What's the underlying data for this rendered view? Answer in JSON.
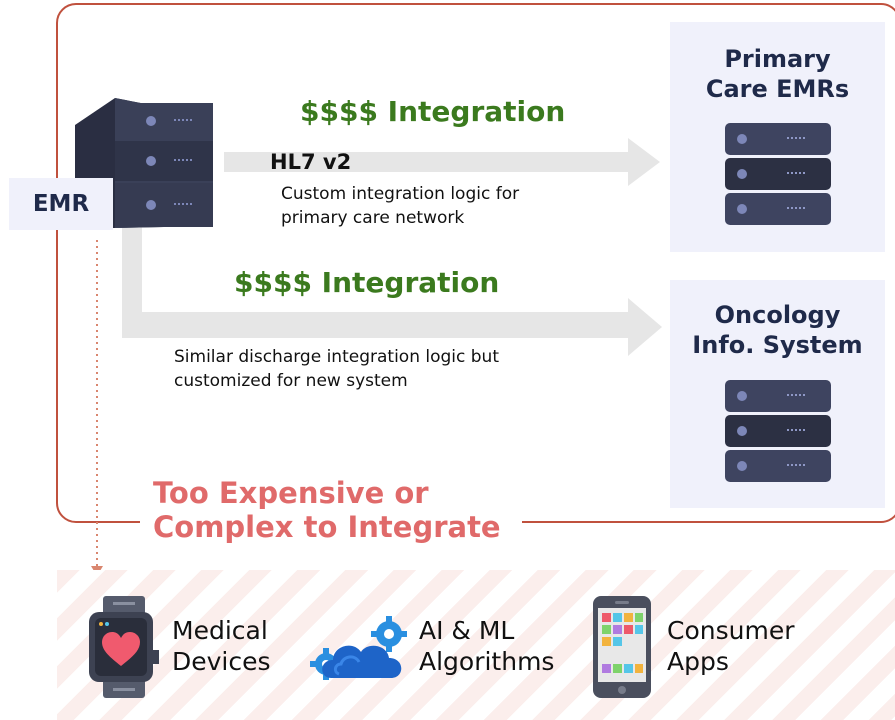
{
  "source": {
    "label": "EMR"
  },
  "links": [
    {
      "cost": "$$$$  Integration",
      "protocol": "HL7 v2",
      "description_lines": [
        "Custom integration logic for",
        "primary care network"
      ]
    },
    {
      "cost": "$$$$  Integration",
      "description_lines": [
        "Similar discharge integration logic but",
        "customized for new system"
      ]
    }
  ],
  "targets": [
    {
      "title_lines": [
        "Primary",
        "Care EMRs"
      ]
    },
    {
      "title_lines": [
        "Oncology",
        "Info. System"
      ]
    }
  ],
  "callout": {
    "lines": [
      "Too Expensive or",
      "Complex to Integrate"
    ]
  },
  "devices": [
    {
      "icon": "smartwatch-heart-icon",
      "label_lines": [
        "Medical",
        "Devices"
      ]
    },
    {
      "icon": "cloud-gears-icon",
      "label_lines": [
        "AI & ML",
        "Algorithms"
      ]
    },
    {
      "icon": "smartphone-apps-icon",
      "label_lines": [
        "Consumer",
        "Apps"
      ]
    }
  ],
  "colors": {
    "frame": "#c0513e",
    "cost": "#3b7a1e",
    "callout": "#e06a6a",
    "server_dark": "#30344a",
    "server_mid": "#3e4460",
    "panel": "#f0f1fb",
    "arrow": "#e6e6e6"
  }
}
